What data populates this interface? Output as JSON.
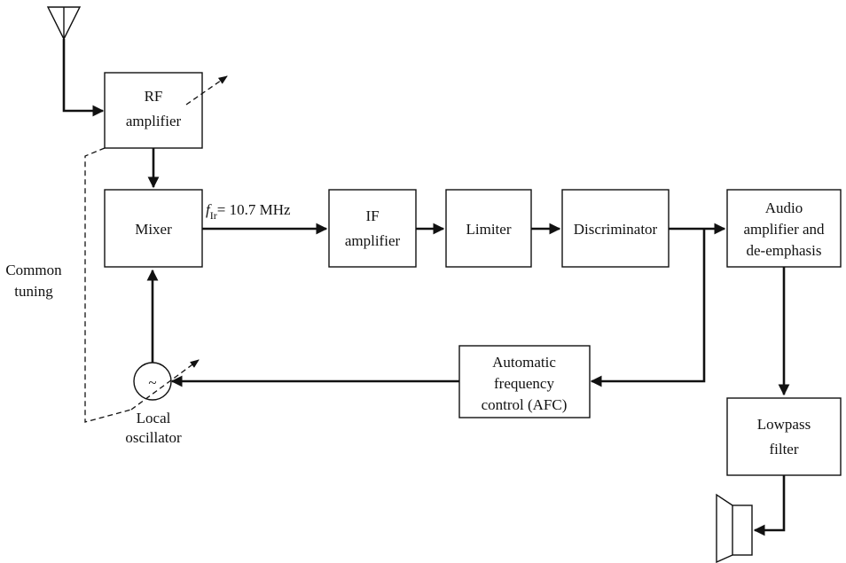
{
  "blocks": {
    "rf_amplifier": [
      "RF",
      "amplifier"
    ],
    "mixer": [
      "Mixer"
    ],
    "if_amplifier": [
      "IF",
      "amplifier"
    ],
    "limiter": [
      "Limiter"
    ],
    "discriminator": [
      "Discriminator"
    ],
    "audio_amplifier": [
      "Audio",
      "amplifier and",
      "de-emphasis"
    ],
    "afc": [
      "Automatic",
      "frequency",
      "control (AFC)"
    ],
    "lowpass_filter": [
      "Lowpass",
      "filter"
    ]
  },
  "labels": {
    "if_freq_symbol": "f",
    "if_freq_subscript": "Ir",
    "if_freq_value": "= 10.7 MHz",
    "common_tuning": [
      "Common",
      "tuning"
    ],
    "local_oscillator": [
      "Local",
      "oscillator"
    ],
    "oscillator_symbol": "~"
  }
}
